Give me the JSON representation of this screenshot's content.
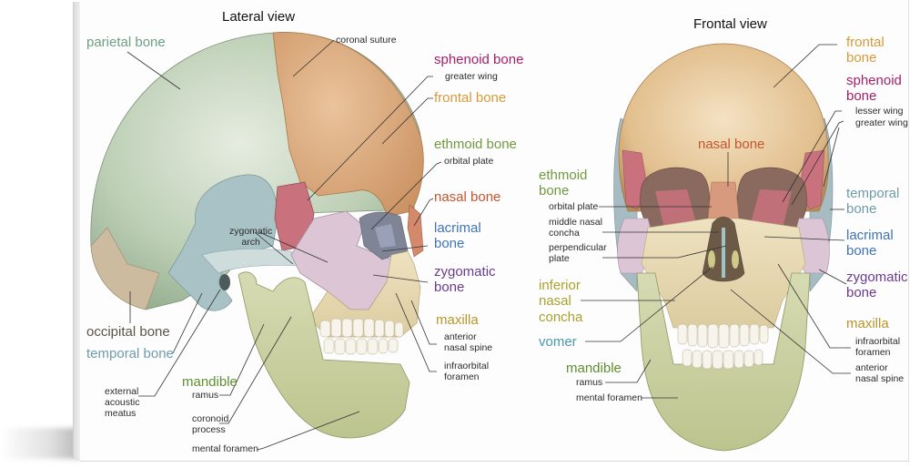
{
  "lateral": {
    "title": "Lateral view",
    "labels": {
      "parietal_bone": "parietal bone",
      "coronal_suture": "coronal suture",
      "sphenoid_bone": "sphenoid bone",
      "greater_wing": "greater wing",
      "frontal_bone": "frontal bone",
      "ethmoid_bone": "ethmoid bone",
      "orbital_plate": "orbital plate",
      "nasal_bone": "nasal bone",
      "lacrimal_bone_1": "lacrimal",
      "lacrimal_bone_2": "bone",
      "zygomatic_bone_1": "zygomatic",
      "zygomatic_bone_2": "bone",
      "zygomatic_arch_1": "zygomatic",
      "zygomatic_arch_2": "arch",
      "maxilla": "maxilla",
      "anterior_nasal_spine_1": "anterior",
      "anterior_nasal_spine_2": "nasal spine",
      "infraorbital_foramen_1": "infraorbital",
      "infraorbital_foramen_2": "foramen",
      "occipital_bone": "occipital bone",
      "temporal_bone": "temporal bone",
      "mandible": "mandible",
      "ramus": "ramus",
      "coronoid_process_1": "coronoid",
      "coronoid_process_2": "process",
      "mental_foramen": "mental foramen",
      "external_acoustic_meatus_1": "external",
      "external_acoustic_meatus_2": "acoustic",
      "external_acoustic_meatus_3": "meatus"
    }
  },
  "frontal": {
    "title": "Frontal view",
    "labels": {
      "frontal_bone_1": "frontal",
      "frontal_bone_2": "bone",
      "sphenoid_bone_1": "sphenoid",
      "sphenoid_bone_2": "bone",
      "lesser_wing": "lesser wing",
      "greater_wing": "greater wing",
      "nasal_bone": "nasal bone",
      "ethmoid_bone_1": "ethmoid",
      "ethmoid_bone_2": "bone",
      "orbital_plate": "orbital plate",
      "middle_nasal_concha_1": "middle nasal",
      "middle_nasal_concha_2": "concha",
      "perpendicular_plate_1": "perpendicular",
      "perpendicular_plate_2": "plate",
      "temporal_bone_1": "temporal",
      "temporal_bone_2": "bone",
      "lacrimal_bone_1": "lacrimal",
      "lacrimal_bone_2": "bone",
      "zygomatic_bone_1": "zygomatic",
      "zygomatic_bone_2": "bone",
      "inferior_nasal_concha_1": "inferior",
      "inferior_nasal_concha_2": "nasal",
      "inferior_nasal_concha_3": "concha",
      "vomer": "vomer",
      "maxilla": "maxilla",
      "infraorbital_foramen_1": "infraorbital",
      "infraorbital_foramen_2": "foramen",
      "anterior_nasal_spine_1": "anterior",
      "anterior_nasal_spine_2": "nasal spine",
      "mandible": "mandible",
      "ramus": "ramus",
      "mental_foramen": "mental foramen"
    }
  },
  "colors": {
    "parietal": "#b9cdb2",
    "frontal": "#d9a877",
    "sphenoid": "#c9717c",
    "temporal": "#a9c0c4",
    "zygomatic": "#dcc6d6",
    "maxilla": "#e6d7b0",
    "mandible": "#cfd3a4",
    "occipital": "#c8b79c",
    "ethmoid": "#b9cfb0",
    "lacrimal": "#9aa0b8",
    "nasal": "#d3896a",
    "teeth": "#f7f4ec"
  }
}
